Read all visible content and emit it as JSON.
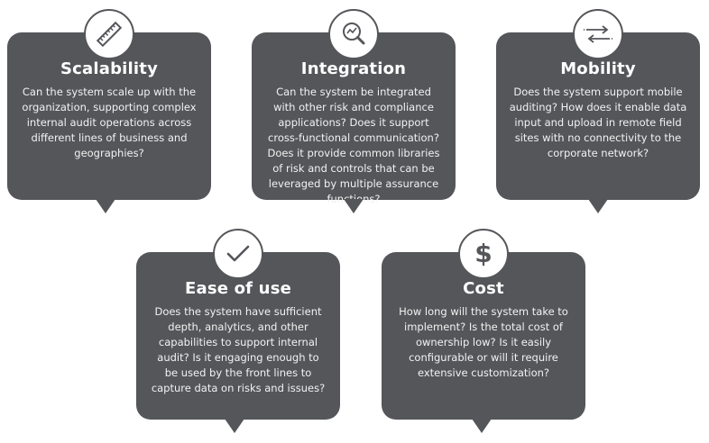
{
  "cards": [
    {
      "id": "scalability",
      "icon": "ruler-icon",
      "title": "Scalability",
      "body": "Can the system scale up with the organization, supporting complex internal audit operations across different lines of business and geographies?"
    },
    {
      "id": "integration",
      "icon": "magnifier-chart-icon",
      "title": "Integration",
      "body": "Can the system be integrated with other risk and compliance applications? Does it support cross-functional communication? Does it provide common libraries of risk and controls that can be leveraged by multiple assurance functions?"
    },
    {
      "id": "mobility",
      "icon": "sync-arrows-icon",
      "title": "Mobility",
      "body": "Does the system support mobile auditing? How does it enable data input and upload in remote field sites with no connectivity to the corporate network?"
    },
    {
      "id": "ease",
      "icon": "checkmark-icon",
      "title": "Ease of use",
      "body": "Does the system have  sufficient depth, analytics, and other capabilities to support internal audit? Is it engaging enough to be used by the front lines to capture data on risks and issues?"
    },
    {
      "id": "cost",
      "icon": "dollar-icon",
      "title": "Cost",
      "body": "How long will the system take to implement? Is the total cost of ownership low? Is it easily configurable or will it require extensive customization?"
    }
  ],
  "colors": {
    "card": "#55565a",
    "text": "#ffffff",
    "icon_bg": "#ffffff"
  },
  "icons": {
    "dollar": "$"
  }
}
